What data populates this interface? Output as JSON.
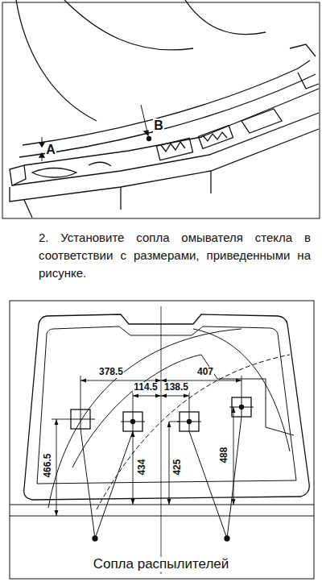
{
  "diagram": {
    "labels": [
      "A",
      "B",
      "2. Установите сопла омывателя стекла в соответствии с размерами, приведенными на рисунке.",
      "378.5",
      "407",
      "114.5",
      "138.5",
      "466.5",
      "434",
      "425",
      "488",
      "Сопла распылителей"
    ]
  }
}
